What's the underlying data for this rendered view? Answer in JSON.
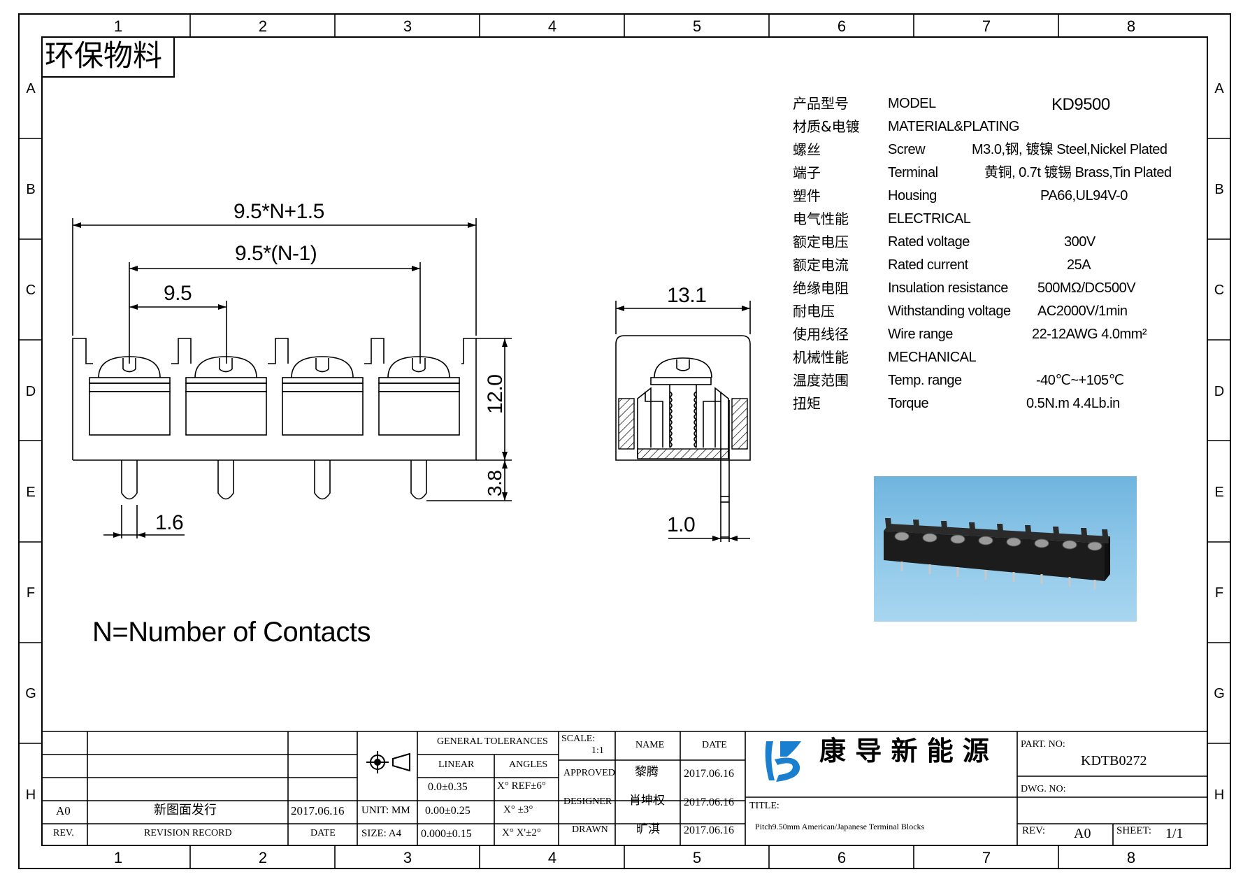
{
  "frame": {
    "columns": [
      "1",
      "2",
      "3",
      "4",
      "5",
      "6",
      "7",
      "8"
    ],
    "rows": [
      "A",
      "B",
      "C",
      "D",
      "E",
      "F",
      "G",
      "H"
    ]
  },
  "stamp": "环保物料",
  "dimensions": {
    "overall": "9.5*N+1.5",
    "span": "9.5*(N-1)",
    "pitch": "9.5",
    "height": "12.0",
    "pin_length": "3.8",
    "pin_width": "1.6",
    "side_width": "13.1",
    "side_pin": "1.0"
  },
  "note": "N=Number of Contacts",
  "specs": [
    {
      "cn": "产品型号",
      "en": "MODEL",
      "value": "KD9500"
    },
    {
      "cn": "材质&电镀",
      "en": "MATERIAL&PLATING",
      "value": ""
    },
    {
      "cn": "螺丝",
      "en": "Screw",
      "value": "M3.0,钢, 镀镍 Steel,Nickel Plated"
    },
    {
      "cn": "端子",
      "en": "Terminal",
      "value": "黄铜, 0.7t 镀锡 Brass,Tin Plated"
    },
    {
      "cn": "塑件",
      "en": "Housing",
      "value": "PA66,UL94V-0"
    },
    {
      "cn": "电气性能",
      "en": "ELECTRICAL",
      "value": ""
    },
    {
      "cn": "额定电压",
      "en": "Rated voltage",
      "value": "300V"
    },
    {
      "cn": "额定电流",
      "en": "Rated current",
      "value": "25A"
    },
    {
      "cn": "绝缘电阻",
      "en": "Insulation resistance",
      "value": "500MΩ/DC500V"
    },
    {
      "cn": "耐电压",
      "en": "Withstanding voltage",
      "value": "AC2000V/1min"
    },
    {
      "cn": "使用线径",
      "en": "Wire range",
      "value": "22-12AWG 4.0mm²"
    },
    {
      "cn": "机械性能",
      "en": "MECHANICAL",
      "value": ""
    },
    {
      "cn": "温度范围",
      "en": "Temp. range",
      "value": "-40℃~+105℃"
    },
    {
      "cn": "扭矩",
      "en": "Torque",
      "value": "0.5N.m  4.4Lb.in"
    }
  ],
  "title_block": {
    "revision": {
      "rev": "A0",
      "record": "新图面发行",
      "date": "2017.06.16"
    },
    "headers": {
      "rev": "REV.",
      "record": "REVISION RECORD",
      "date": "DATE"
    },
    "unit": "UNIT: MM",
    "size": "SIZE: A4",
    "tolerances": {
      "title": "GENERAL TOLERANCES",
      "linear": "LINEAR",
      "angles": "ANGLES",
      "lin": [
        "0.0±0.35",
        "0.00±0.25",
        "0.000±0.15"
      ],
      "ang": [
        "X° REF±6°",
        "X° ±3°",
        "X° X'±2°"
      ]
    },
    "scale_label": "SCALE:",
    "scale_value": "1:1",
    "name_header": "NAME",
    "date_header": "DATE",
    "approved": {
      "role": "APPROVED",
      "name": "黎腾",
      "date": "2017.06.16"
    },
    "designer": {
      "role": "DESIGNER",
      "name": "肖坤权",
      "date": "2017.06.16"
    },
    "drawn": {
      "role": "DRAWN",
      "name": "旷淇",
      "date": "2017.06.16"
    },
    "company": "康 导 新 能 源",
    "title_label": "TITLE:",
    "title": "Pitch9.50mm American/Japanese Terminal Blocks",
    "part_no_label": "PART. NO:",
    "part_no": "KDTB0272",
    "dwg_no_label": "DWG. NO:",
    "rev_label": "REV:",
    "rev_value": "A0",
    "sheet_label": "SHEET:",
    "sheet_value": "1/1"
  },
  "colors": {
    "line": "#000000",
    "photo_bg": "#8cc6e8",
    "logo_blue": "#1b7fd0"
  }
}
